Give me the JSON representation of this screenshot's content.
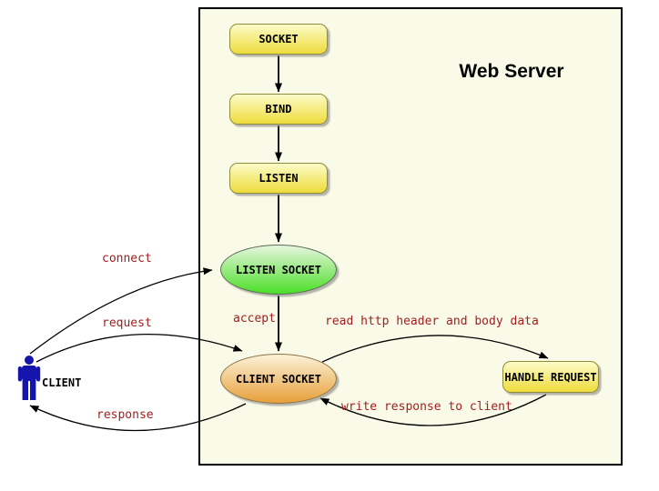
{
  "server": {
    "title": "Web Server"
  },
  "nodes": {
    "socket": "SOCKET",
    "bind": "BIND",
    "listen": "LISTEN",
    "listen_socket": "LISTEN SOCKET",
    "client_socket": "CLIENT SOCKET",
    "handle_request": "HANDLE REQUEST",
    "client": "CLIENT"
  },
  "edges": {
    "connect": "connect",
    "request": "request",
    "response": "response",
    "accept": "accept",
    "read": "read http header and body data",
    "write": "write response to client"
  },
  "icons": {
    "client": "person-icon"
  },
  "colors": {
    "background": "#FFFFFF",
    "server_bg": "#FAFAE8",
    "server_border": "#000000",
    "yellow_top": "#FCFCC8",
    "yellow_bottom": "#EEDC3C",
    "yellow_border": "#8E8E3A",
    "green_top": "#E6F6DE",
    "green_bottom": "#4CDE28",
    "green_border": "#5A6A55",
    "orange_top": "#FCF2D8",
    "orange_bottom": "#E8A03A",
    "orange_border": "#8A7448",
    "label_red": "#A31F1F",
    "client_blue": "#1515AE",
    "arrow": "#000000"
  }
}
